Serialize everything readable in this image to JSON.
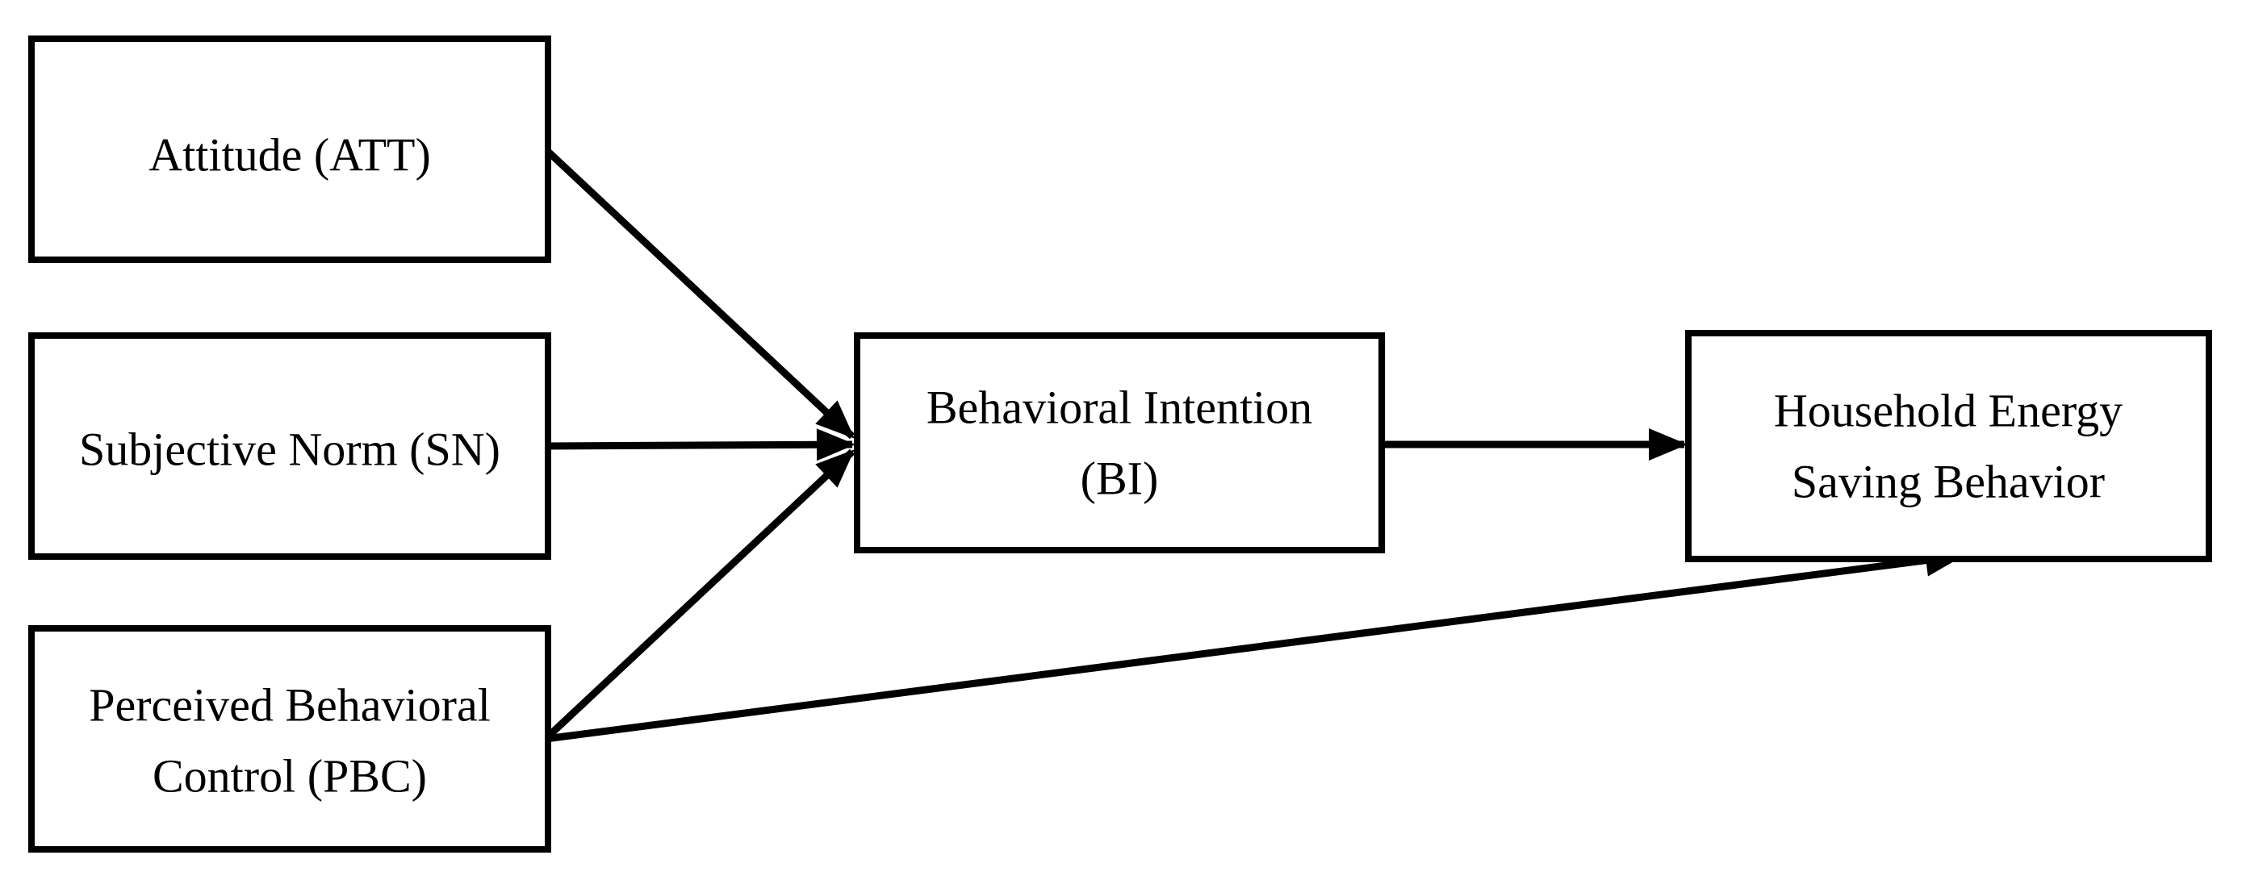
{
  "diagram": {
    "background_color": "#ffffff",
    "line_color": "#000000",
    "box_fill_color": "#ffffff",
    "nodes": {
      "attitude": {
        "line1": "Attitude (ATT)"
      },
      "subjective_norm": {
        "line1": "Subjective Norm (SN)"
      },
      "perceived_behavioral_control": {
        "line1": "Perceived Behavioral",
        "line2": "Control (PBC)"
      },
      "behavioral_intention": {
        "line1": "Behavioral Intention",
        "line2": "(BI)"
      },
      "household_energy_saving_behavior": {
        "line1": "Household Energy",
        "line2": "Saving Behavior"
      }
    },
    "edges": [
      {
        "from": "Attitude (ATT)",
        "to": "Behavioral Intention (BI)"
      },
      {
        "from": "Subjective Norm (SN)",
        "to": "Behavioral Intention (BI)"
      },
      {
        "from": "Perceived Behavioral Control (PBC)",
        "to": "Behavioral Intention (BI)"
      },
      {
        "from": "Behavioral Intention (BI)",
        "to": "Household Energy Saving Behavior"
      },
      {
        "from": "Perceived Behavioral Control (PBC)",
        "to": "Household Energy Saving Behavior"
      }
    ]
  }
}
